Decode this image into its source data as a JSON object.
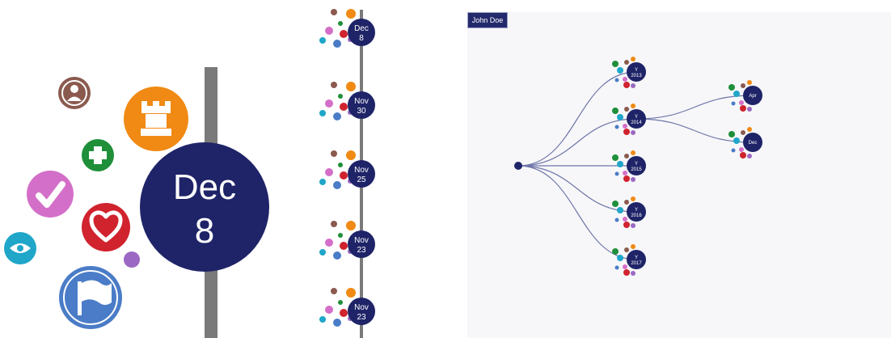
{
  "colors": {
    "navy": "#1f2468",
    "timeline_bar": "#7a7a7a",
    "panel_bg": "#f7f7f9",
    "avatar": "#8b5a4e",
    "rook": "#f08a14",
    "plus": "#1f8f3a",
    "check": "#d46fc9",
    "heart": "#d0232e",
    "eye": "#1fa6c9",
    "flag": "#4a7cc7",
    "dot": "#9b69c3",
    "edge": "#6e75a8"
  },
  "zoom_panel": {
    "date": {
      "month": "Dec",
      "day": "8"
    },
    "icons": [
      "avatar-icon",
      "rook-icon",
      "plus-icon",
      "check-icon",
      "heart-icon",
      "eye-icon",
      "flag-icon",
      "dot"
    ]
  },
  "timeline_panel": {
    "events": [
      {
        "month": "Dec",
        "day": "8"
      },
      {
        "month": "Nov",
        "day": "30"
      },
      {
        "month": "Nov",
        "day": "25"
      },
      {
        "month": "Nov",
        "day": "23"
      },
      {
        "month": "Nov",
        "day": "23"
      }
    ]
  },
  "tree_panel": {
    "user_label": "John Doe",
    "years": [
      {
        "label": "Y",
        "year": "2013"
      },
      {
        "label": "Y",
        "year": "2014"
      },
      {
        "label": "Y",
        "year": "2015"
      },
      {
        "label": "Y",
        "year": "2016"
      },
      {
        "label": "Y",
        "year": "2017"
      }
    ],
    "months": [
      {
        "label": "Apr"
      },
      {
        "label": "Dec"
      }
    ]
  }
}
